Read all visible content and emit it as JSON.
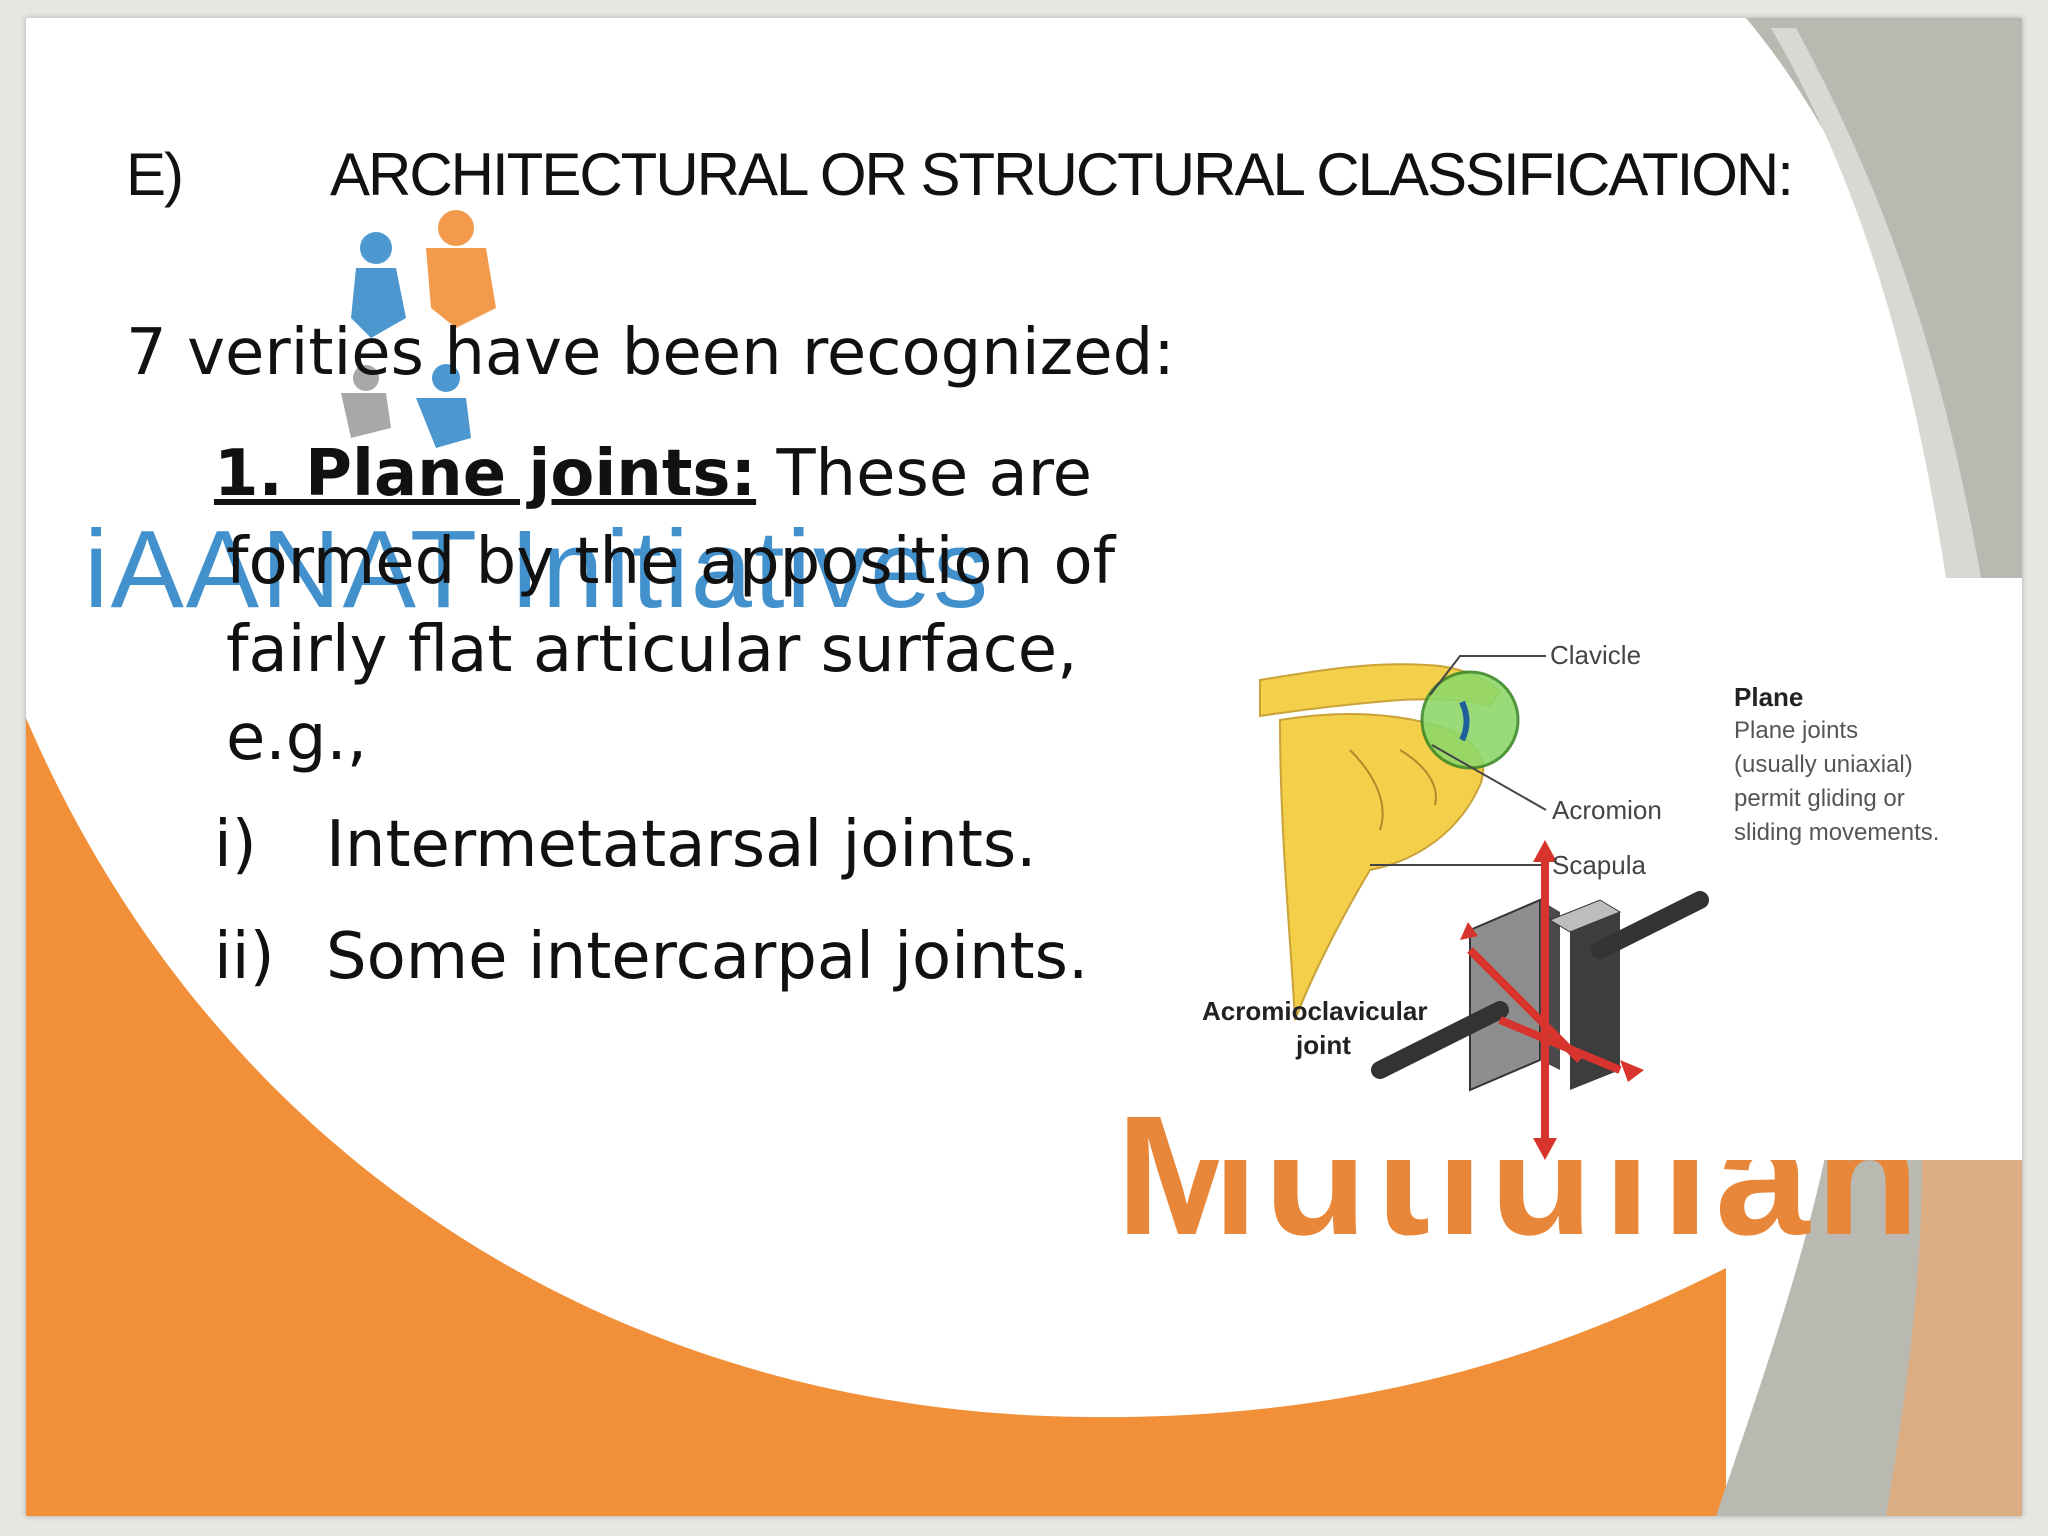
{
  "slide": {
    "title_marker": "E)",
    "title_text": "ARCHITECTURAL OR  STRUCTURAL CLASSIFICATION:",
    "lead": "7 verities have been recognized:",
    "point1": {
      "number_label": "1.   Plane joints:",
      "line1_rest": " These are",
      "line2": "formed by the apposition of",
      "line3": "fairly flat articular surface,",
      "line4": "e.g.,"
    },
    "examples": [
      {
        "marker": "i)",
        "text": "Intermetatarsal joints."
      },
      {
        "marker": "ii)",
        "text": "Some intercarpal joints."
      }
    ]
  },
  "watermarks": {
    "logo_text": "iAANAT Initiatives",
    "bottom_text": "Mutiufian"
  },
  "figure": {
    "labels": {
      "clavicle": "Clavicle",
      "acromion": "Acromion",
      "scapula": "Scapula",
      "joint_line1": "Acromioclavicular",
      "joint_line2": "joint"
    },
    "description": {
      "heading": "Plane",
      "lines": [
        "Plane joints",
        "(usually uniaxial)",
        "permit gliding or",
        "sliding movements."
      ]
    }
  },
  "colors": {
    "accent_orange": "#f08a2e",
    "accent_gray": "#b9b9b2",
    "logo_blue": "#2e86c8",
    "bone_yellow": "#f3cf4a",
    "joint_green": "#8fd86a",
    "arrow_red": "#d6342c"
  }
}
